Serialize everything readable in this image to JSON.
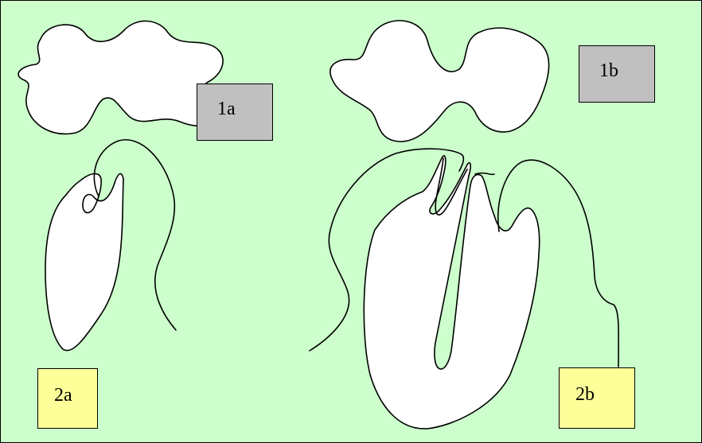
{
  "colors": {
    "background": "#ccffcc",
    "label_gray": "#c0c0c0",
    "label_yellow": "#ffff99"
  },
  "labels": {
    "label_1a": "1a",
    "label_1b": "1b",
    "label_2a": "2a",
    "label_2b": "2b"
  }
}
